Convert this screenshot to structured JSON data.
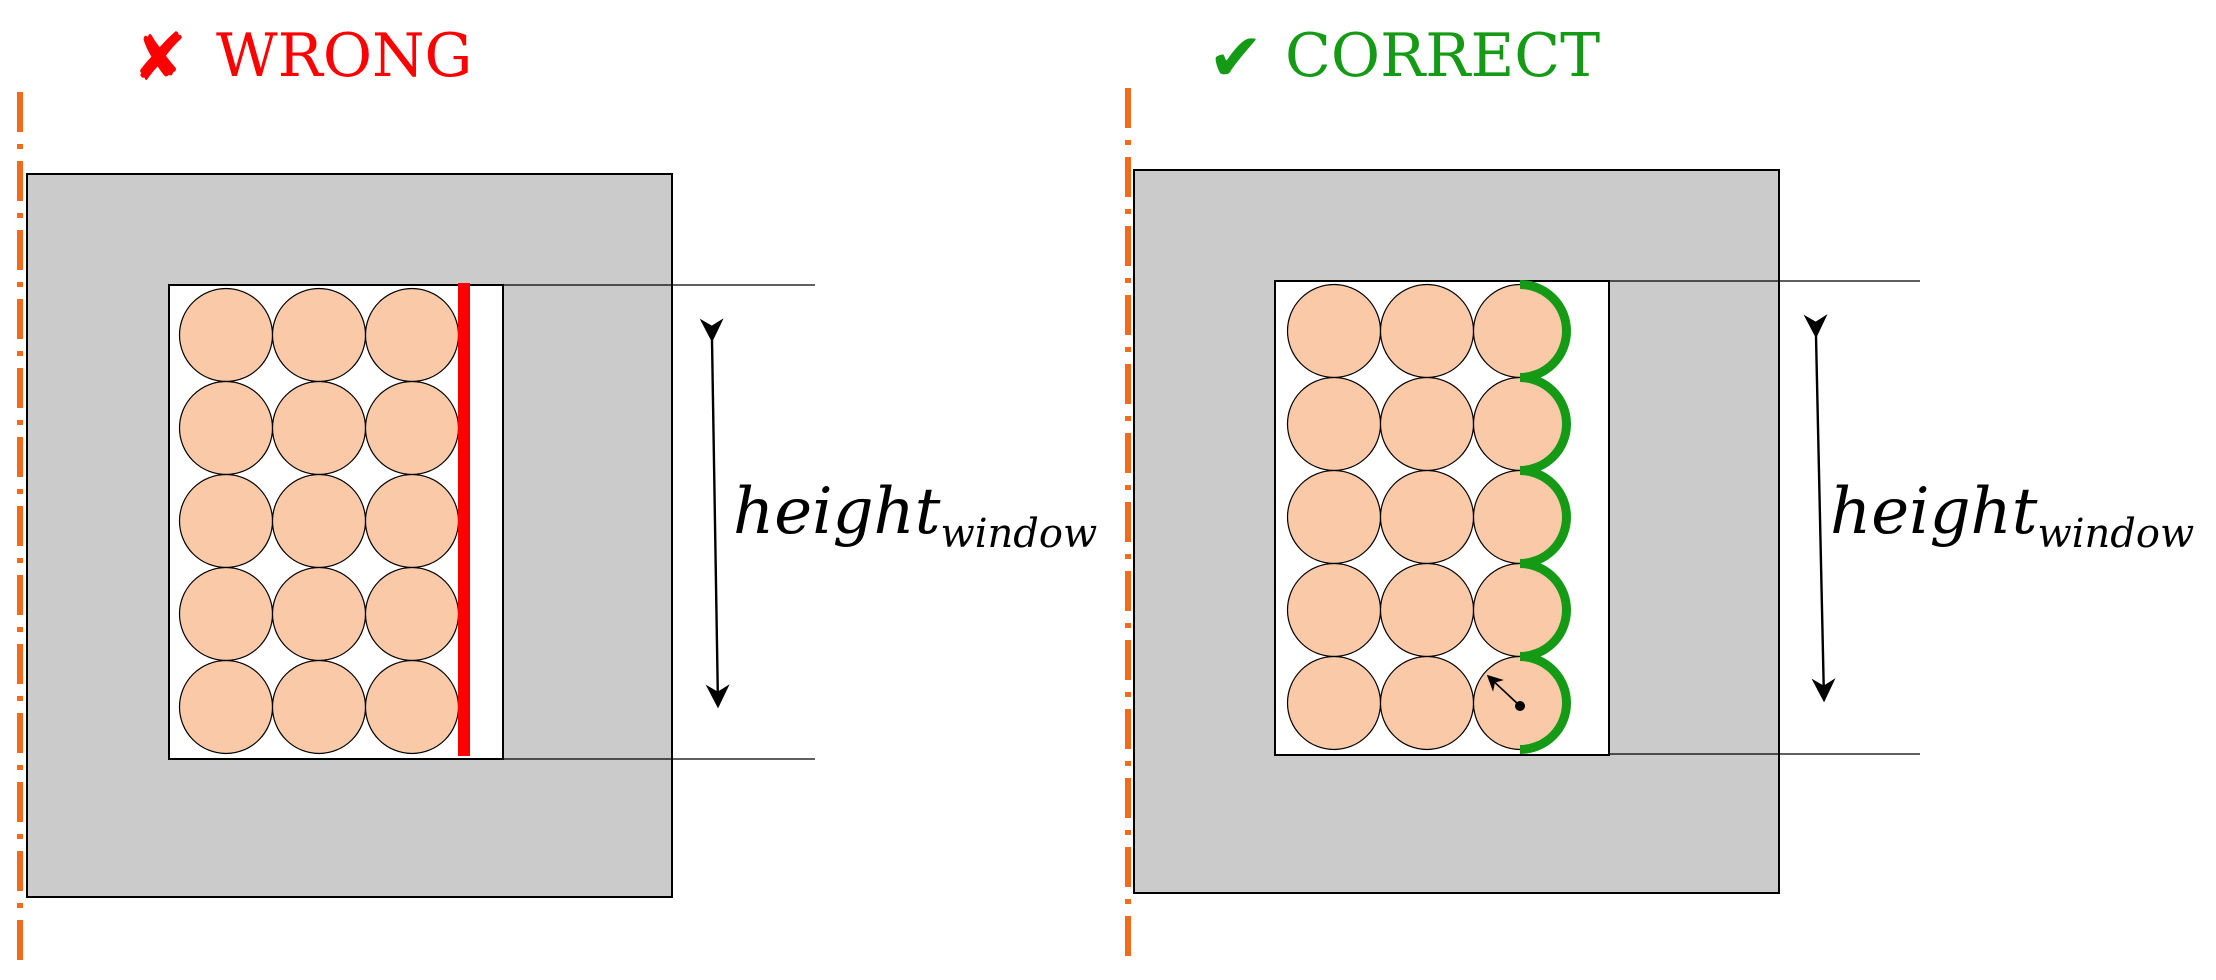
{
  "colors": {
    "background": "#ffffff",
    "core": "#cbcbcb",
    "core_outline": "#000000",
    "window_fill": "#ffffff",
    "conductor_fill": "#f9c9a8",
    "conductor_outline": "#000000",
    "axis_line": "#f26a1b",
    "wrong": "#ff0000",
    "correct": "#159a15",
    "dimension": "#000000"
  },
  "panels": [
    {
      "id": "wrong",
      "title": "WRONG",
      "icon": "cross-icon",
      "icon_glyph": "✘",
      "status_color": "#ff0000",
      "boundary": "straight-line",
      "dimension_label": {
        "main": "height",
        "subscript": "window"
      },
      "conductor_grid": {
        "rows": 5,
        "cols": 3
      }
    },
    {
      "id": "correct",
      "title": "CORRECT",
      "icon": "check-icon",
      "icon_glyph": "✔",
      "status_color": "#159a15",
      "boundary": "semicircle-arcs",
      "radius_indicator": true,
      "dimension_label": {
        "main": "height",
        "subscript": "window"
      },
      "conductor_grid": {
        "rows": 5,
        "cols": 3
      }
    }
  ]
}
